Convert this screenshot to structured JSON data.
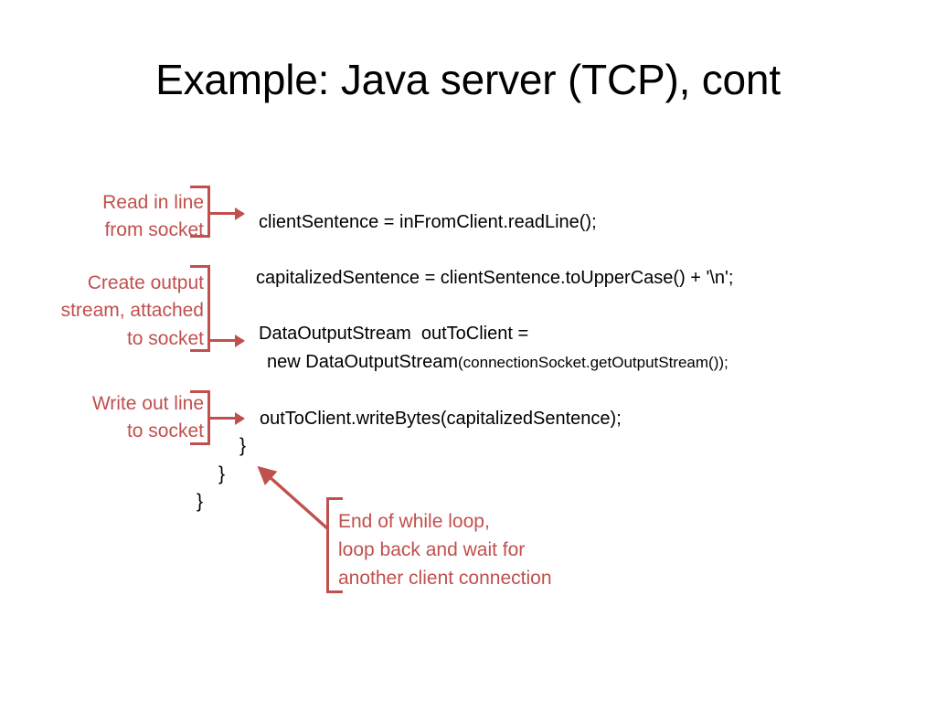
{
  "slide": {
    "title": "Example: Java server (TCP), cont",
    "accent_color": "#C0504D",
    "text_color": "#000000",
    "background_color": "#FFFFFF"
  },
  "annotations": [
    {
      "id": "read",
      "text": "Read in  line\nfrom socket",
      "bracket": "right",
      "arrow": "right"
    },
    {
      "id": "create",
      "text": "Create output\nstream, attached\nto socket",
      "bracket": "right",
      "arrow": "right"
    },
    {
      "id": "write",
      "text": "Write out line\nto socket",
      "bracket": "right",
      "arrow": "right"
    },
    {
      "id": "endloop",
      "text": "End of while loop,\nloop back and wait for\nanother client connection",
      "bracket": "left",
      "arrow": "diagonal-up-left"
    }
  ],
  "code": {
    "lines": [
      {
        "id": "line-1",
        "text": "clientSentence = inFromClient.readLine();"
      },
      {
        "id": "line-2",
        "text": "capitalizedSentence = clientSentence.toUpperCase() + '\\n';"
      },
      {
        "id": "line-3",
        "text": "DataOutputStream  outToClient ="
      },
      {
        "id": "line-4",
        "text": "new DataOutputStream",
        "suffix_small": "(connectionSocket.getOutputStream());"
      },
      {
        "id": "line-5",
        "text": "outToClient.writeBytes(capitalizedSentence);"
      }
    ],
    "braces": [
      {
        "id": "brace-1",
        "text": "}"
      },
      {
        "id": "brace-2",
        "text": "}"
      },
      {
        "id": "brace-3",
        "text": "}"
      }
    ]
  }
}
